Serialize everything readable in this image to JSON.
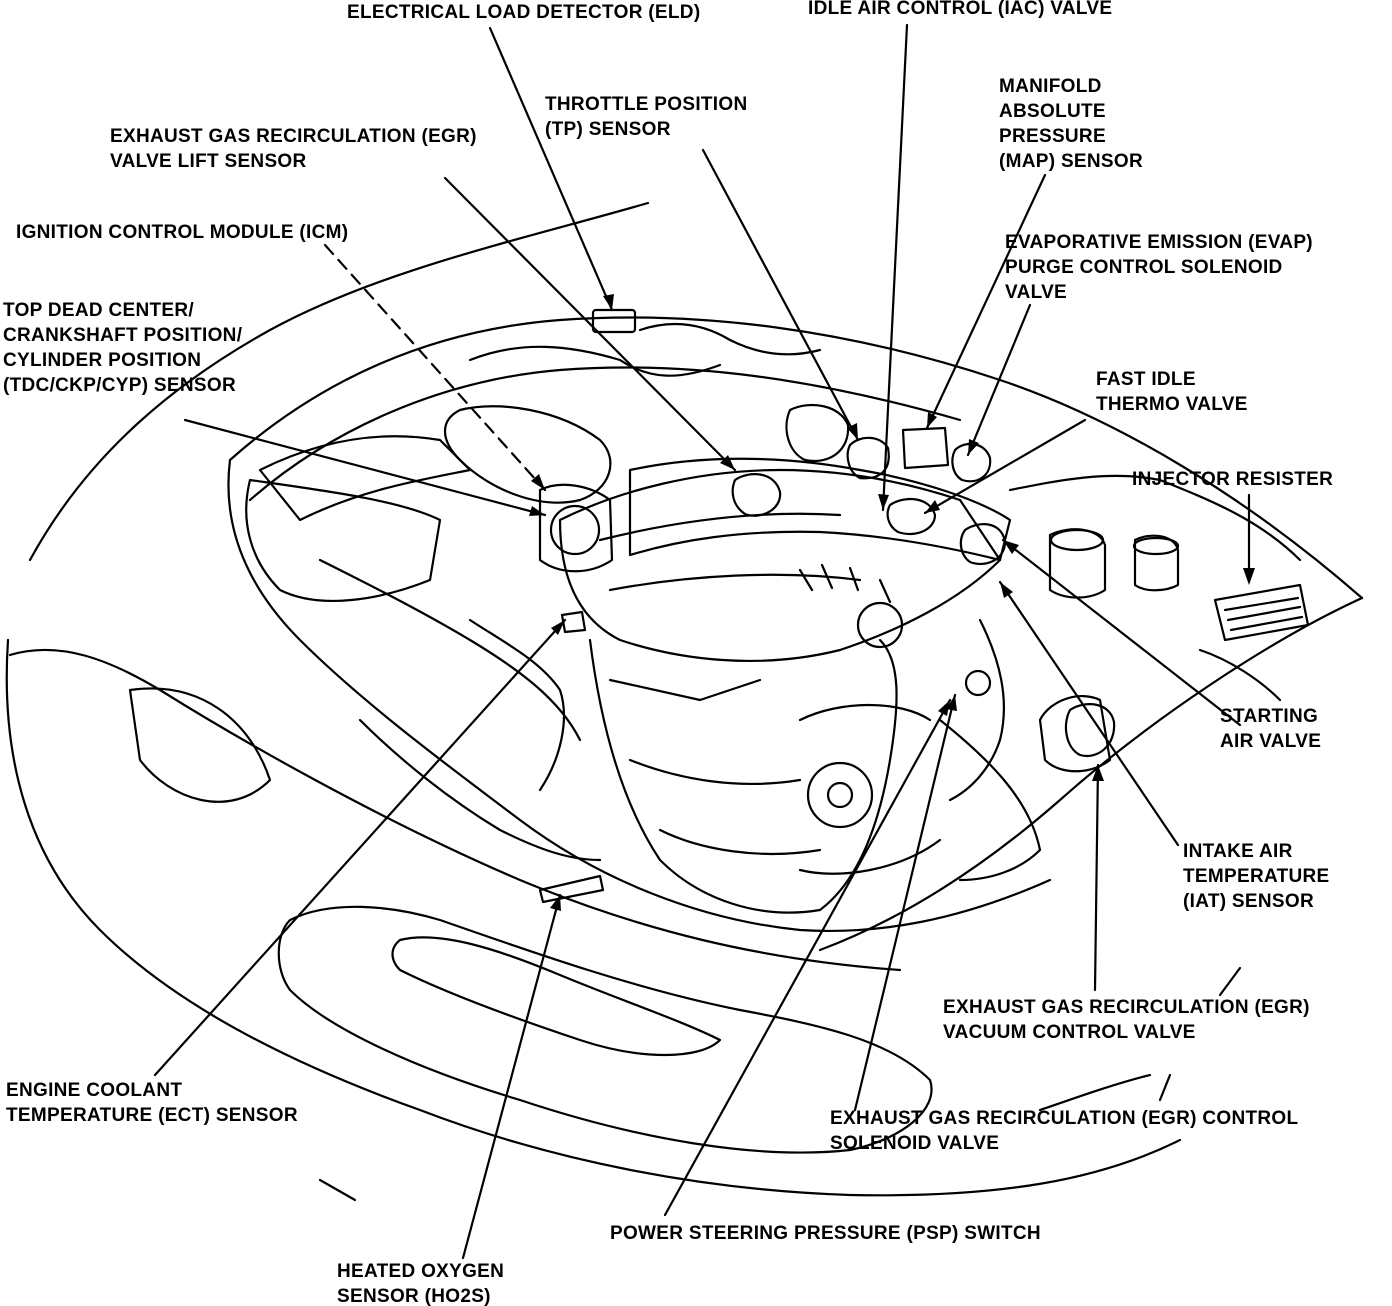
{
  "colors": {
    "ink": "#000000",
    "paper": "#ffffff"
  },
  "labels": {
    "eld": [
      "ELECTRICAL LOAD DETECTOR (ELD)"
    ],
    "iac": [
      "IDLE AIR CONTROL (IAC) VALVE"
    ],
    "map": [
      "MANIFOLD",
      "ABSOLUTE",
      "PRESSURE",
      "(MAP) SENSOR"
    ],
    "tp": [
      "THROTTLE POSITION",
      "(TP) SENSOR"
    ],
    "egr_lift": [
      "EXHAUST GAS RECIRCULATION (EGR)",
      "VALVE LIFT SENSOR"
    ],
    "icm": [
      "IGNITION CONTROL MODULE (ICM)"
    ],
    "evap": [
      "EVAPORATIVE EMISSION (EVAP)",
      "PURGE CONTROL SOLENOID",
      "VALVE"
    ],
    "tdc": [
      "TOP DEAD CENTER/",
      "CRANKSHAFT POSITION/",
      "CYLINDER POSITION",
      "(TDC/CKP/CYP) SENSOR"
    ],
    "fast_idle": [
      "FAST IDLE",
      "THERMO VALVE"
    ],
    "injector": [
      "INJECTOR RESISTER"
    ],
    "starting_air": [
      "STARTING",
      "AIR VALVE"
    ],
    "iat": [
      "INTAKE AIR",
      "TEMPERATURE",
      "(IAT) SENSOR"
    ],
    "egr_vacuum": [
      "EXHAUST GAS RECIRCULATION (EGR)",
      "VACUUM CONTROL VALVE"
    ],
    "ect": [
      "ENGINE COOLANT",
      "TEMPERATURE (ECT) SENSOR"
    ],
    "egr_solenoid": [
      "EXHAUST GAS RECIRCULATION (EGR) CONTROL",
      "SOLENOID VALVE"
    ],
    "psp": [
      "POWER STEERING PRESSURE (PSP) SWITCH"
    ],
    "ho2s": [
      "HEATED OXYGEN",
      "SENSOR (HO2S)"
    ]
  }
}
